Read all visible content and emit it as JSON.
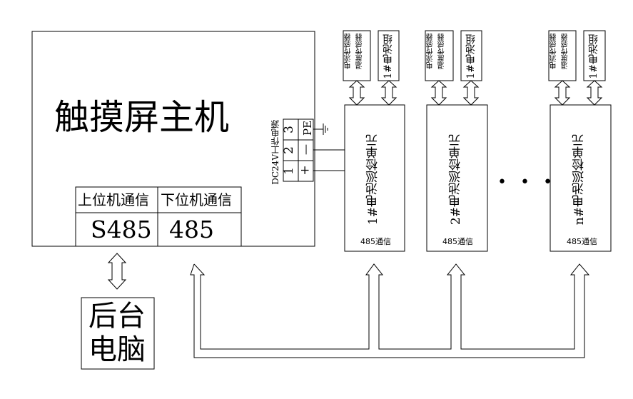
{
  "host": {
    "title": "触摸屏主机",
    "upper_comm_label": "上位机通信",
    "upper_comm_value": "S485",
    "lower_comm_label": "下位机通信",
    "lower_comm_value": "485"
  },
  "power": {
    "label": "DC24V工作电源",
    "terminals": [
      {
        "num": "3",
        "sig": "PE"
      },
      {
        "num": "2",
        "sig": "—"
      },
      {
        "num": "1",
        "sig": "+"
      }
    ]
  },
  "units": [
    {
      "name": "1#电池巡检单元",
      "comm": "485通信",
      "sensor_line1": "电流传感器",
      "sensor_line2": "温度传感器",
      "battery": "1#电池组"
    },
    {
      "name": "2#电池巡检单元",
      "comm": "485通信",
      "sensor_line1": "电流传感器",
      "sensor_line2": "温度传感器",
      "battery": "1#电池组"
    },
    {
      "name": "n#电池巡检单元",
      "comm": "485通信",
      "sensor_line1": "电流传感器",
      "sensor_line2": "温度传感器",
      "battery": "1#电池组"
    }
  ],
  "ellipsis": "• • •",
  "backend": {
    "line1": "后台",
    "line2": "电脑"
  }
}
